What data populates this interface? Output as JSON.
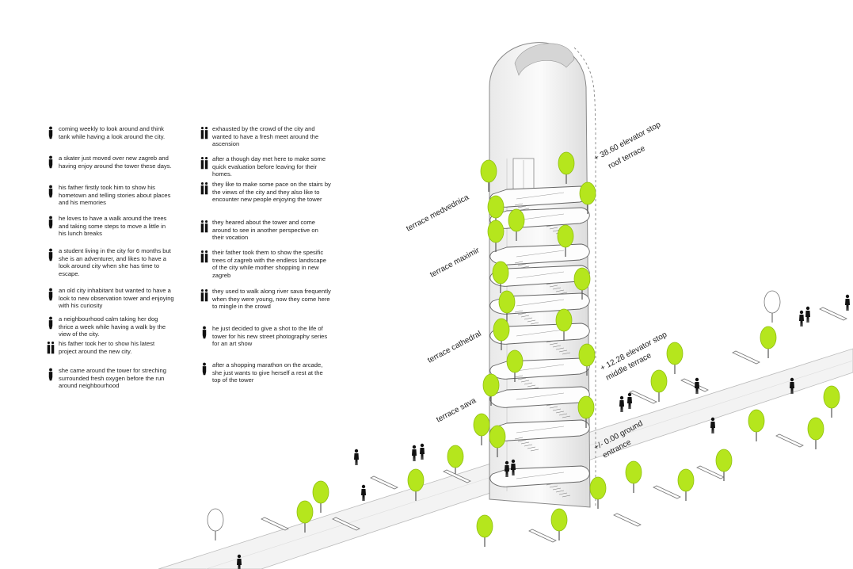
{
  "legend": {
    "left": [
      {
        "text": "coming weekly to look around and think tank while having a look around the city.",
        "icon": "person-icon"
      },
      {
        "text": "a skater just moved over new zagreb and having enjoy around the tower these days.",
        "icon": "skater-icon"
      },
      {
        "text": "his father firstly took him to show his hometown and telling stories about places and his memories",
        "icon": "person-icon"
      },
      {
        "text": "he loves to have a walk around the trees and taking some steps to move a little in his lunch breaks",
        "icon": "person-icon"
      },
      {
        "text": "a student living in the city for 6 months but she is an adventurer, and likes to have a look around city when she has time to escape.",
        "icon": "person-icon"
      },
      {
        "text": "an old city inhabitant but wanted to have a look to new observation tower and enjoying with his curiosity",
        "icon": "person-icon"
      },
      {
        "text": "a neighbourhood calm taking her dog thrice a week while having a walk by the view of the city.",
        "icon": "person-with-dog-icon"
      },
      {
        "text": "his father took her to show his latest project around the new city.",
        "icon": "parent-child-icon"
      },
      {
        "text": "she came around the tower for streching surrounded fresh oxygen before the run around neighbourhood",
        "icon": "runner-icon"
      }
    ],
    "right": [
      {
        "text": "exhausted by the crowd of the city and  wanted to have a fresh meet around the ascension",
        "icon": "couple-icon"
      },
      {
        "text": "after a though day met here to make some quick evaluation before leaving for their homes.",
        "icon": "couple-icon"
      },
      {
        "text": "they like to make some pace on the stairs by the views of the city and they also like to encounter new people enjoying the tower",
        "icon": "couple-icon"
      },
      {
        "text": "they heared about the tower and come around to see in another perspective on their vocation",
        "icon": "couple-icon"
      },
      {
        "text": "their father took them to show the spesific trees of zagreb with the endless landscape of the city while mother shopping in new zagreb",
        "icon": "family-icon"
      },
      {
        "text": "they used to walk along river sava frequently when they were young, now they come here to mingle in the crowd",
        "icon": "couple-icon"
      },
      {
        "text": "he just decided to give a shot to the life of tower for his new street photography series for an art show",
        "icon": "photographer-icon"
      },
      {
        "text": "after a shopping marathon on the arcade, she just wants to give herself a rest at the top of the tower",
        "icon": "walker-icon"
      }
    ]
  },
  "terraces": {
    "medvednica": "terrace medvednica",
    "maximir": "terrace maximir",
    "cathedral": "terrace cathedral",
    "sava": "terrace sava"
  },
  "levels": {
    "top_1": "+ 38.60 elevator stop",
    "top_2": "roof terrace",
    "mid_1": "+ 12.28 elevator stop",
    "mid_2": "middle terrace",
    "ground_1": "+/- 0.00 ground",
    "ground_2": "entrance"
  },
  "colors": {
    "tree_green": "#b5e61d",
    "tree_dark": "#8fbf10",
    "tower_white": "#f4f4f4",
    "tower_shade": "#cfcfcf",
    "ink": "#222222"
  }
}
